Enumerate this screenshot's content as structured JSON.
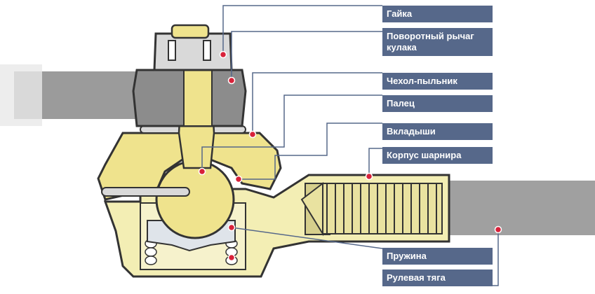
{
  "colors": {
    "label_bg": "#56688a",
    "label_text": "#ffffff",
    "leader_line": "#56688a",
    "marker_dot": "#d8223a",
    "brass": "#efe38d",
    "housing": "#f3eeb4",
    "nut": "#8c8c8c",
    "rod": "#9a9a9a"
  },
  "labels": [
    {
      "id": "nut",
      "text": "Гайка"
    },
    {
      "id": "steering-knuckle-arm",
      "text": "Поворотный рычаг кулака"
    },
    {
      "id": "dust-boot",
      "text": "Чехол-пыльник"
    },
    {
      "id": "ball-pin",
      "text": "Палец"
    },
    {
      "id": "liners",
      "text": "Вкладыши"
    },
    {
      "id": "joint-housing",
      "text": "Корпус шарнира"
    },
    {
      "id": "spring",
      "text": "Пружина"
    },
    {
      "id": "tie-rod",
      "text": "Рулевая тяга"
    }
  ]
}
